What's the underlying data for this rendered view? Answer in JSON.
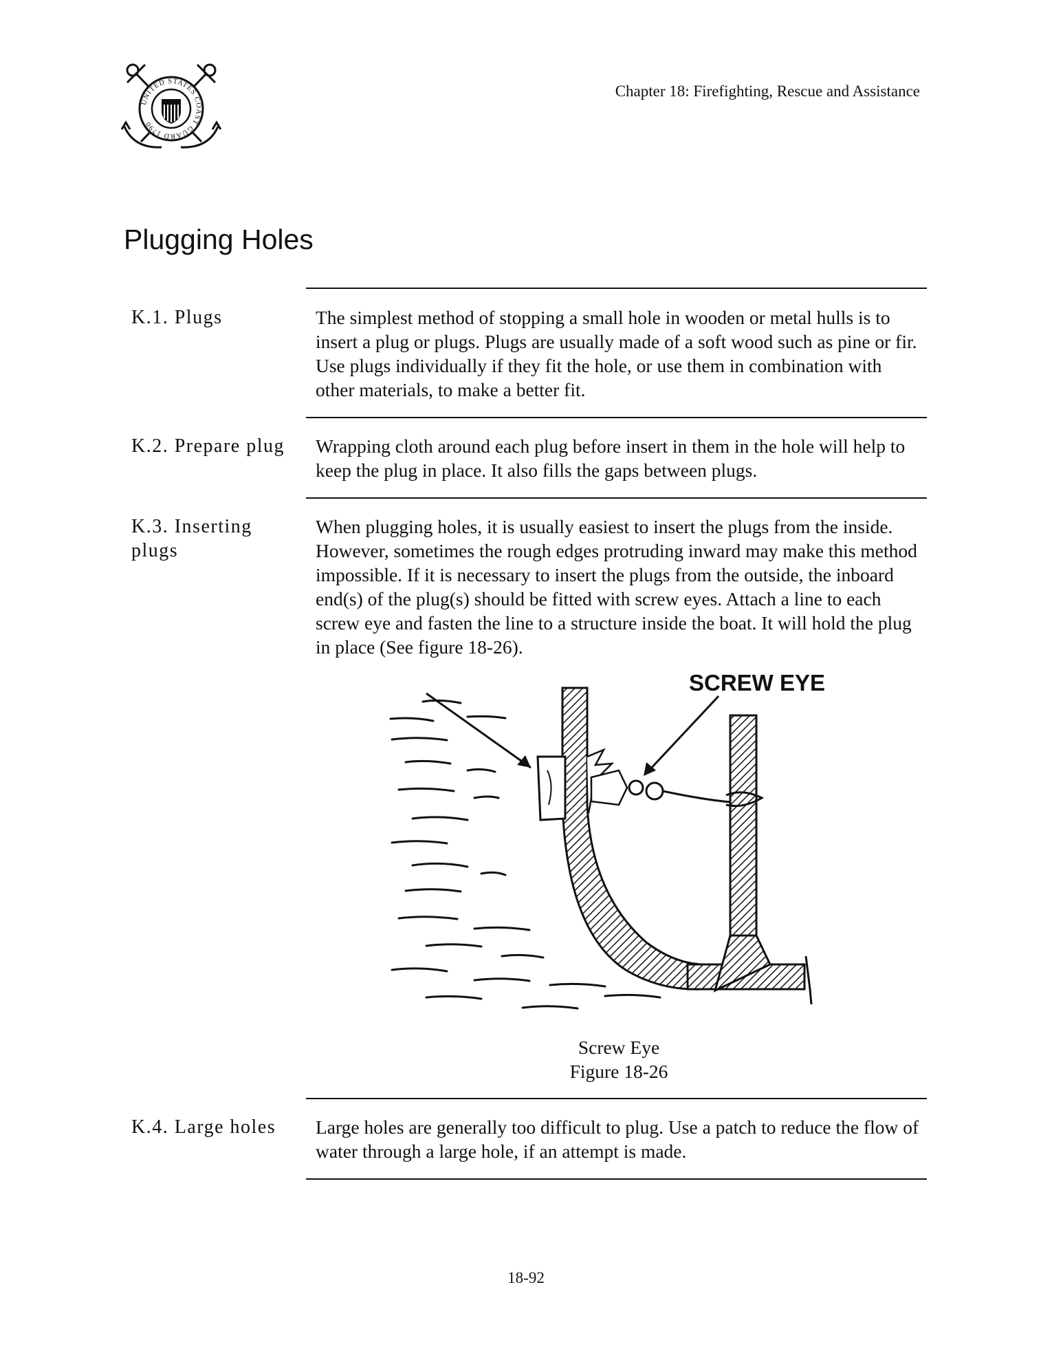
{
  "header": {
    "chapter": "Chapter 18:  Firefighting, Rescue and Assistance",
    "logo_text": "UNITED STATES COAST GUARD 1790"
  },
  "section_title": "Plugging Holes",
  "items": [
    {
      "label": "K.1.  Plugs",
      "text": "The simplest method of stopping a small hole in wooden or metal hulls is to insert a plug or plugs.  Plugs are usually made of a soft wood such as pine or fir.  Use plugs individually if they fit the hole, or use them in combination with other materials, to make a better fit."
    },
    {
      "label": "K.2.  Prepare plug",
      "text": "Wrapping cloth around each plug before insert in them in the hole will help to keep the plug in place.  It also fills the gaps between plugs."
    },
    {
      "label": "K.3.  Inserting plugs",
      "text": "When plugging holes, it is usually easiest to insert the plugs from the inside.  However, sometimes the rough edges protruding inward may make this method impossible.  If it is necessary to insert the plugs from the outside, the inboard end(s) of the plug(s) should be fitted with screw eyes.  Attach a line to each screw eye and fasten the line to a structure inside the boat.  It will hold the plug in place (See figure 18-26)."
    },
    {
      "label": "K.4.  Large holes",
      "text": "Large holes are generally too difficult to plug.  Use a patch to reduce the flow of water through a large hole, if an attempt is made."
    }
  ],
  "figure": {
    "callout": "SCREW EYE",
    "caption_title": "Screw Eye",
    "caption_number": "Figure 18-26"
  },
  "page_number": "18-92"
}
